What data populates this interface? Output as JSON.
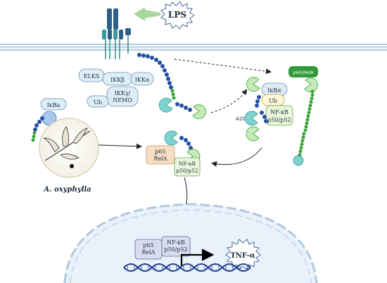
{
  "lps": "LPS",
  "complex": {
    "elks": "ELKS",
    "ikkb": "IKKβ",
    "ikka": "IKKα",
    "ikkg": "IKKγ/",
    "nemo": "NEMO",
    "ub": "Ub"
  },
  "left_ikba": "IκBa",
  "plant_label": "A. oxyphylla",
  "right": {
    "p65rela": "p65/RelA",
    "ikba": "IκBα",
    "ub": "Ub",
    "nfkb": "NF-κB",
    "p50p52": "p50/p52",
    "a20": "A20"
  },
  "middle": {
    "p65": "p65",
    "rela": "RelA",
    "nfkb": "NF-κB",
    "p50p52": "p50/p52"
  },
  "nucleus": {
    "p65": "p65",
    "rela": "RelA",
    "nfkb": "NF-κB",
    "p50p52": "p50/p52",
    "tnf": "TNF-α"
  },
  "colors": {
    "membrane": "#a9c4dc",
    "receptor_dark": "#2d5f8a",
    "receptor_teal": "#3a9a9a",
    "nucleus_fill": "#e9f1fa",
    "ubiquitin_green": "#3aa33a",
    "chain_blue": "#2550a0",
    "lps_arrow": "#a9d79a"
  }
}
